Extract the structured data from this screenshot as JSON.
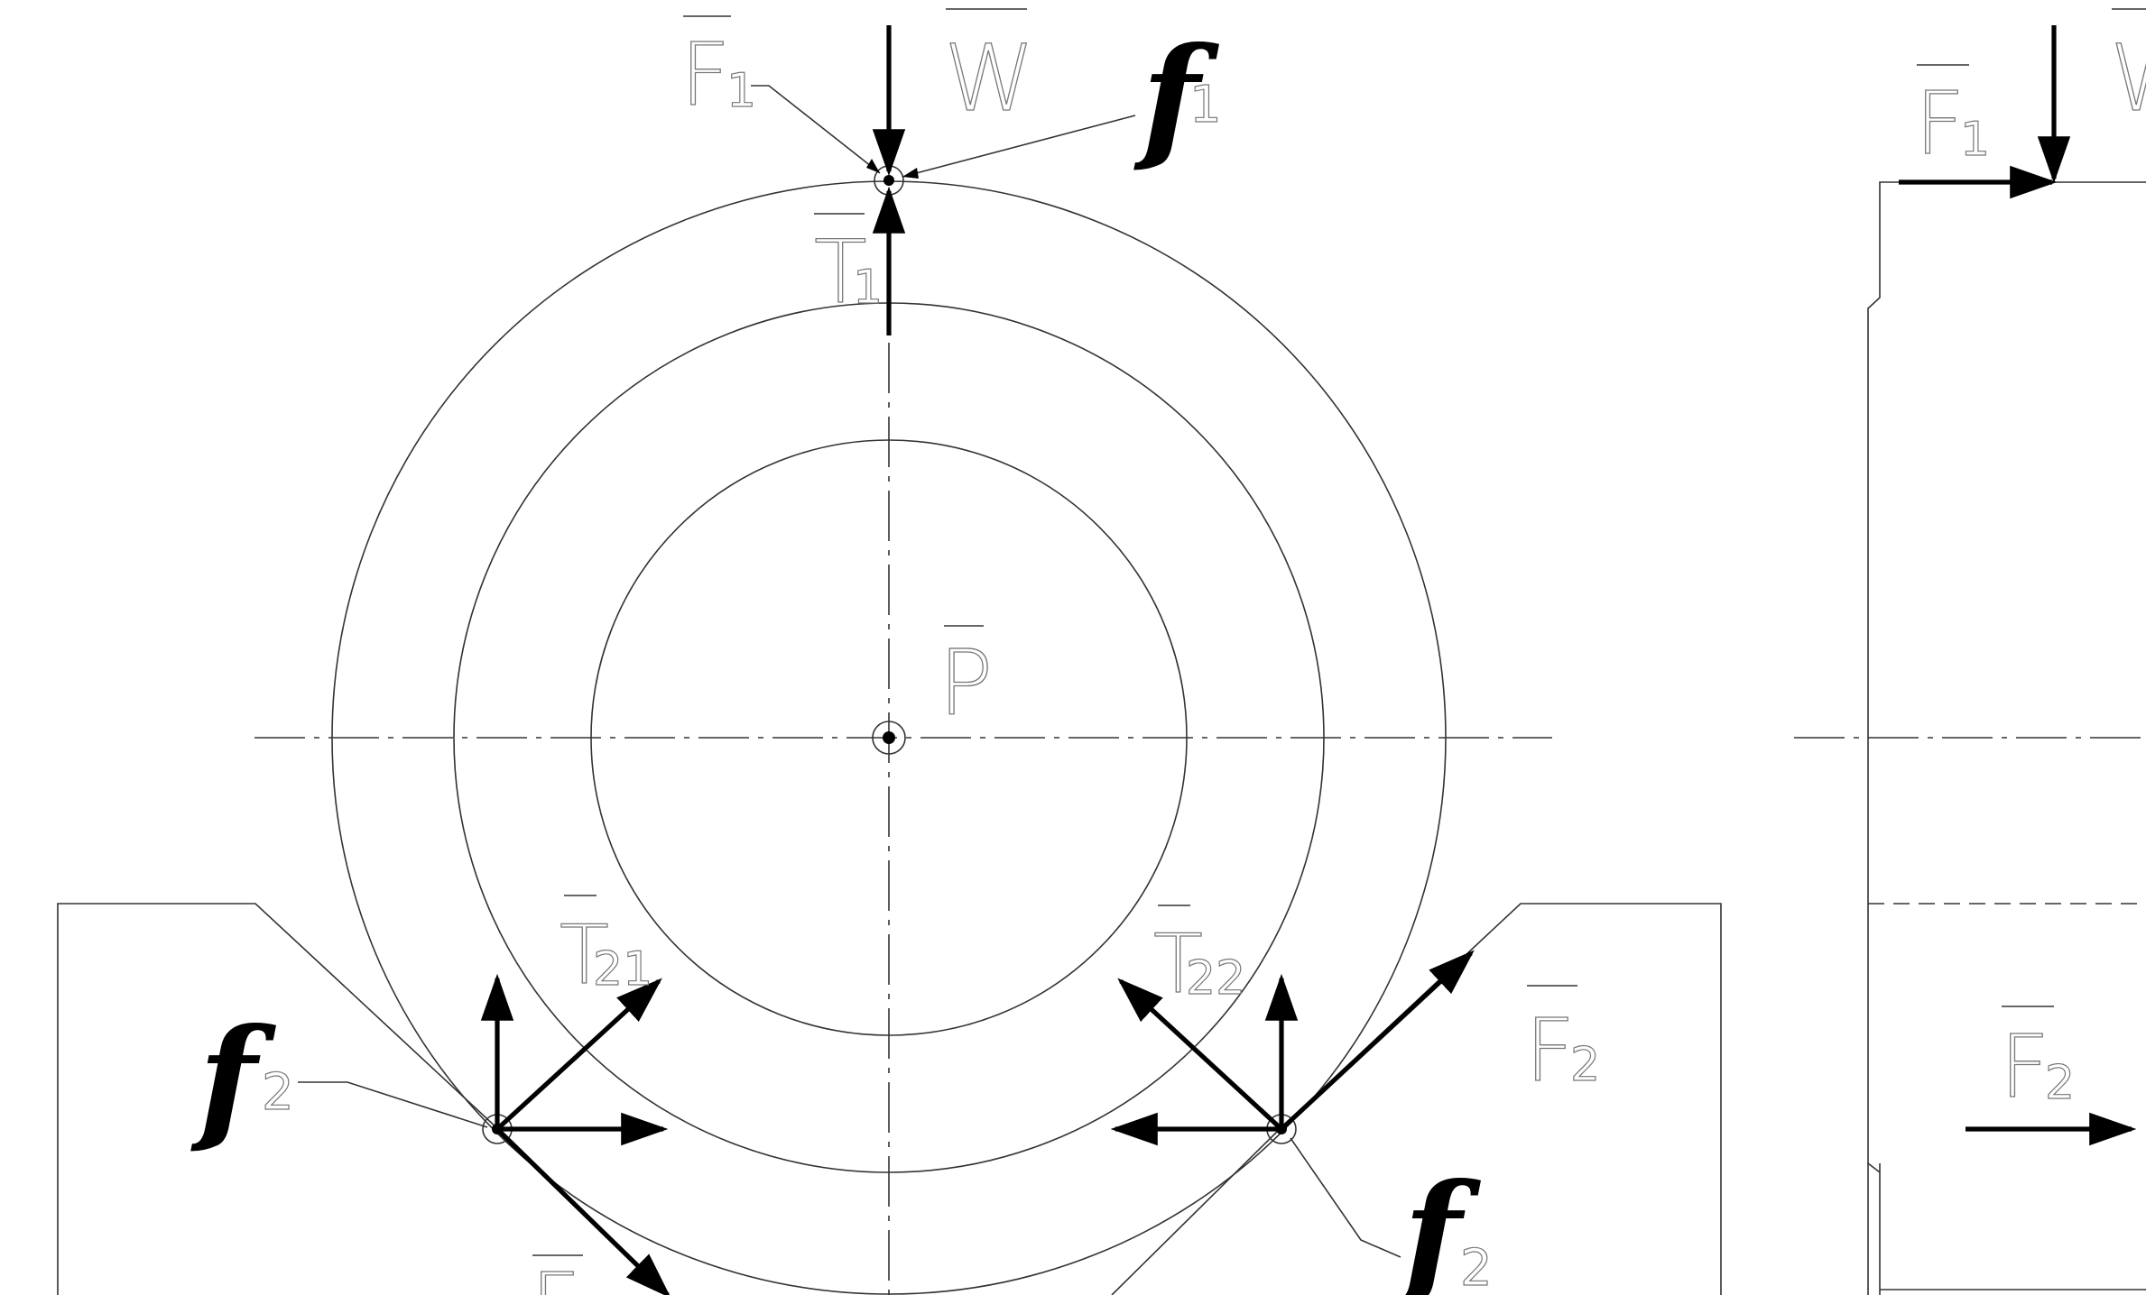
{
  "diagram": {
    "labels": {
      "F1_top": "F",
      "F1_top_sub": "1",
      "W_top": "W",
      "f1": "f",
      "f1_sub": "1",
      "T1": "T",
      "T1_sub": "1",
      "P": "P",
      "T21": "T",
      "T21_sub": "21",
      "T22": "T",
      "T22_sub": "22",
      "F2_right": "F",
      "F2_right_sub": "2",
      "f2_left": "f",
      "f2_left_sub": "2",
      "f2_right": "f",
      "f2_right_sub": "2",
      "F2_bottom": "F",
      "F1_side": "F",
      "F1_side_sub": "1",
      "W_side": "W",
      "F2_side": "F",
      "F2_side_sub": "2"
    }
  }
}
